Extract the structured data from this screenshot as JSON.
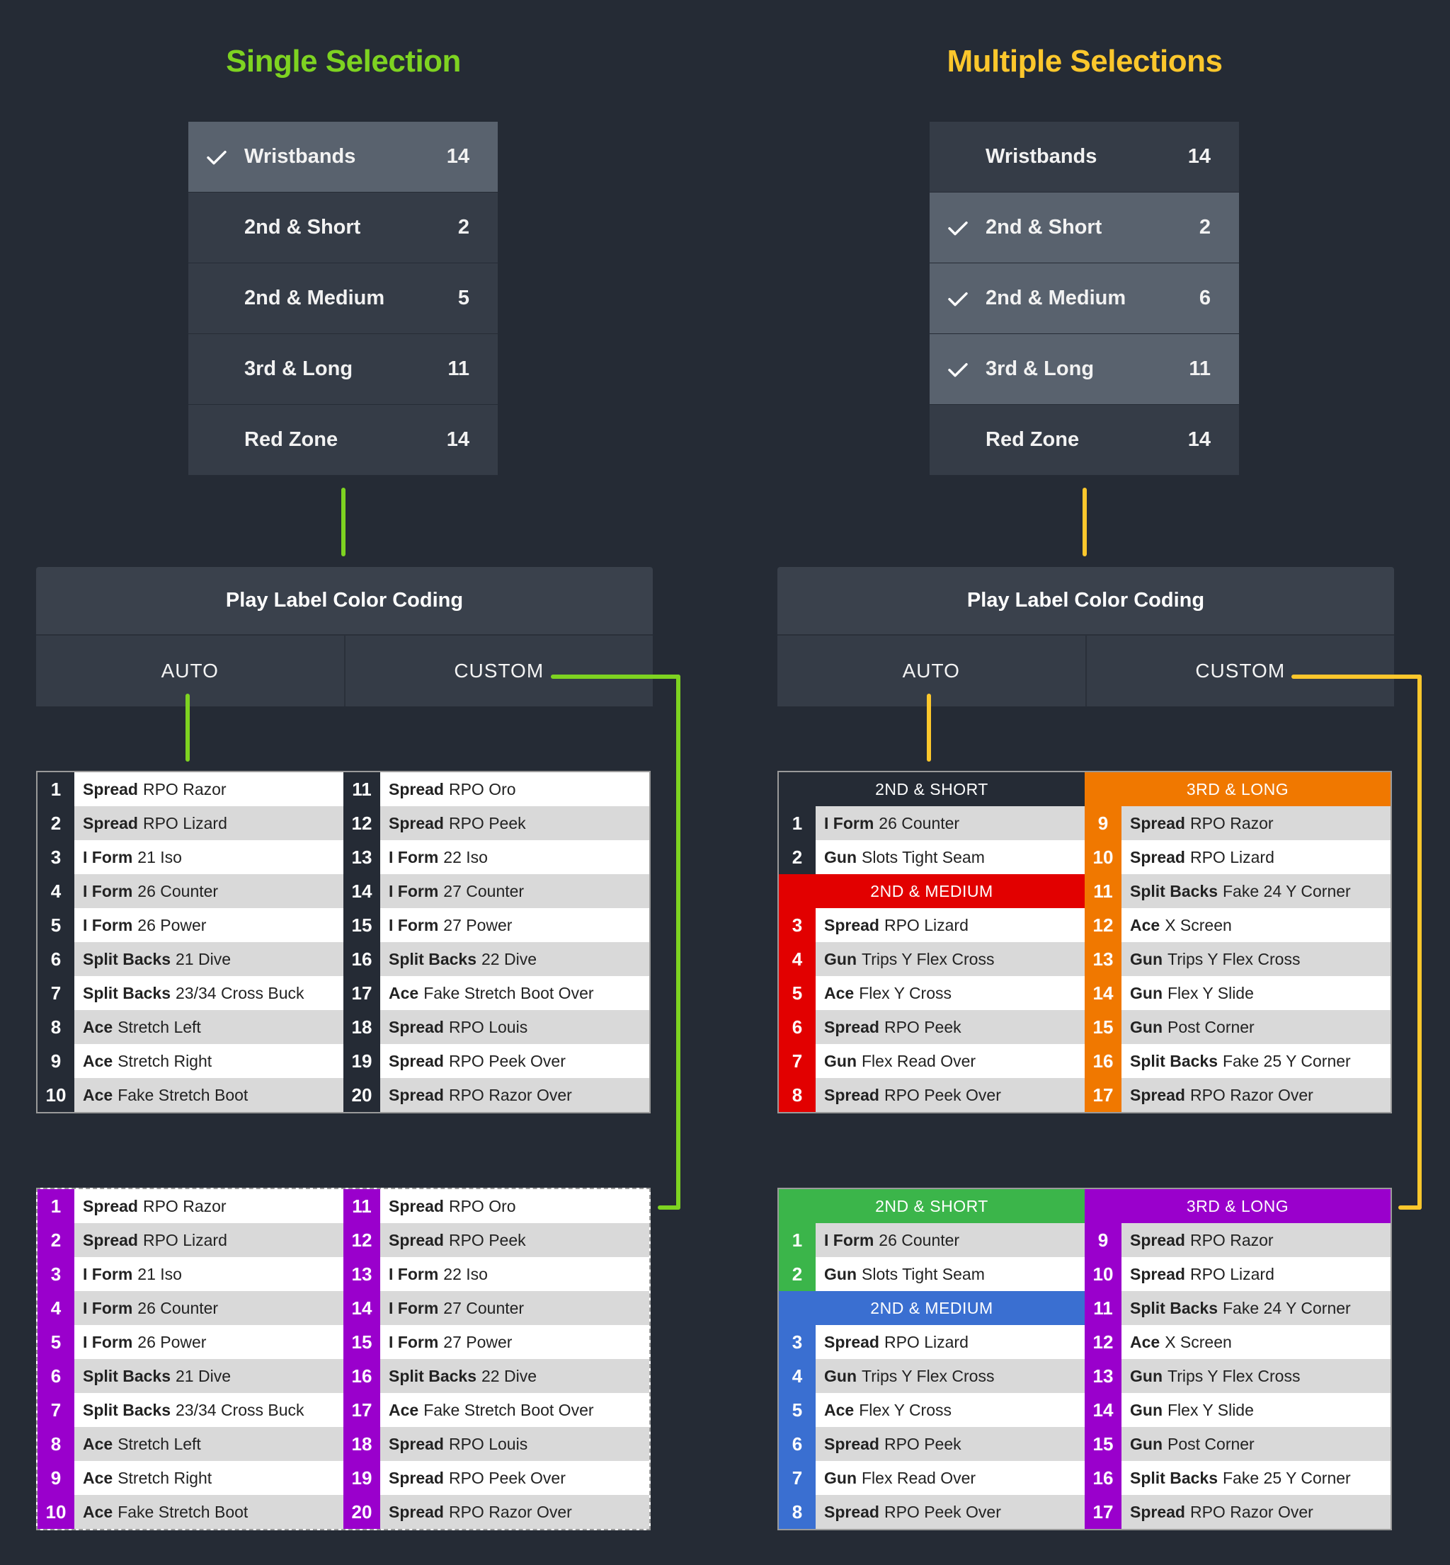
{
  "headings": {
    "single": "Single Selection",
    "multiple": "Multiple Selections"
  },
  "menus": {
    "single": [
      {
        "label": "Wristbands",
        "count": "14",
        "selected": true
      },
      {
        "label": "2nd & Short",
        "count": "2",
        "selected": false
      },
      {
        "label": "2nd & Medium",
        "count": "5",
        "selected": false
      },
      {
        "label": "3rd & Long",
        "count": "11",
        "selected": false
      },
      {
        "label": "Red Zone",
        "count": "14",
        "selected": false
      }
    ],
    "multiple": [
      {
        "label": "Wristbands",
        "count": "14",
        "selected": false
      },
      {
        "label": "2nd & Short",
        "count": "2",
        "selected": true
      },
      {
        "label": "2nd & Medium",
        "count": "6",
        "selected": true
      },
      {
        "label": "3rd & Long",
        "count": "11",
        "selected": true
      },
      {
        "label": "Red Zone",
        "count": "14",
        "selected": false
      }
    ]
  },
  "panel": {
    "title": "Play Label Color Coding",
    "auto": "AUTO",
    "custom": "CUSTOM"
  },
  "colors": {
    "green": "#7ed321",
    "yellow": "#fcc72c",
    "dark": "#252b35",
    "purple": "#9a00cc",
    "red": "#e20000",
    "orange": "#f07800",
    "green_hdr": "#3bb54a",
    "blue": "#3a6fd1"
  },
  "plays20": [
    {
      "n": "1",
      "b": "Spread",
      "t": "RPO Razor"
    },
    {
      "n": "2",
      "b": "Spread",
      "t": "RPO Lizard"
    },
    {
      "n": "3",
      "b": "I Form",
      "t": "21 Iso"
    },
    {
      "n": "4",
      "b": "I Form",
      "t": "26 Counter"
    },
    {
      "n": "5",
      "b": "I Form",
      "t": "26 Power"
    },
    {
      "n": "6",
      "b": "Split Backs",
      "t": "21 Dive"
    },
    {
      "n": "7",
      "b": "Split Backs",
      "t": "23/34 Cross Buck"
    },
    {
      "n": "8",
      "b": "Ace",
      "t": "Stretch Left"
    },
    {
      "n": "9",
      "b": "Ace",
      "t": "Stretch Right"
    },
    {
      "n": "10",
      "b": "Ace",
      "t": "Fake Stretch Boot"
    },
    {
      "n": "11",
      "b": "Spread",
      "t": "RPO Oro"
    },
    {
      "n": "12",
      "b": "Spread",
      "t": "RPO Peek"
    },
    {
      "n": "13",
      "b": "I Form",
      "t": "22 Iso"
    },
    {
      "n": "14",
      "b": "I Form",
      "t": "27 Counter"
    },
    {
      "n": "15",
      "b": "I Form",
      "t": "27 Power"
    },
    {
      "n": "16",
      "b": "Split Backs",
      "t": "22 Dive"
    },
    {
      "n": "17",
      "b": "Ace",
      "t": "Fake Stretch Boot Over"
    },
    {
      "n": "18",
      "b": "Spread",
      "t": "RPO Louis"
    },
    {
      "n": "19",
      "b": "Spread",
      "t": "RPO Peek Over"
    },
    {
      "n": "20",
      "b": "Spread",
      "t": "RPO Razor Over"
    }
  ],
  "groups": {
    "short": {
      "title": "2ND & SHORT",
      "plays": [
        {
          "n": "1",
          "b": "I Form",
          "t": "26 Counter"
        },
        {
          "n": "2",
          "b": "Gun",
          "t": "Slots Tight Seam"
        }
      ]
    },
    "medium": {
      "title": "2ND & MEDIUM",
      "plays": [
        {
          "n": "3",
          "b": "Spread",
          "t": "RPO Lizard"
        },
        {
          "n": "4",
          "b": "Gun",
          "t": "Trips Y Flex Cross"
        },
        {
          "n": "5",
          "b": "Ace",
          "t": "Flex Y Cross"
        },
        {
          "n": "6",
          "b": "Spread",
          "t": "RPO Peek"
        },
        {
          "n": "7",
          "b": "Gun",
          "t": "Flex Read Over"
        },
        {
          "n": "8",
          "b": "Spread",
          "t": "RPO Peek Over"
        }
      ]
    },
    "long": {
      "title": "3RD & LONG",
      "plays": [
        {
          "n": "9",
          "b": "Spread",
          "t": "RPO Razor"
        },
        {
          "n": "10",
          "b": "Spread",
          "t": "RPO Lizard"
        },
        {
          "n": "11",
          "b": "Split Backs",
          "t": "Fake 24 Y Corner"
        },
        {
          "n": "12",
          "b": "Ace",
          "t": "X Screen"
        },
        {
          "n": "13",
          "b": "Gun",
          "t": "Trips Y Flex Cross"
        },
        {
          "n": "14",
          "b": "Gun",
          "t": "Flex Y Slide"
        },
        {
          "n": "15",
          "b": "Gun",
          "t": "Post Corner"
        },
        {
          "n": "16",
          "b": "Split Backs",
          "t": "Fake 25 Y Corner"
        },
        {
          "n": "17",
          "b": "Spread",
          "t": "RPO Razor Over"
        }
      ]
    }
  }
}
